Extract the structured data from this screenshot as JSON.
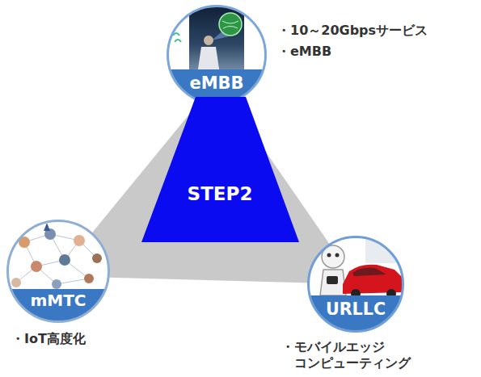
{
  "diagram": {
    "nodes": [
      {
        "text": [
          "eMBB"
        ]
      },
      {
        "text": [
          "STEP2"
        ]
      },
      {
        "text": [
          "mMTC"
        ]
      },
      {
        "text": [
          "URLLC"
        ]
      }
    ],
    "labels": [
      "・10～20Gbpsサービス",
      "・eMBB",
      "・IoT高度化",
      "・モバイルエッジ コンピューティング"
    ]
  }
}
